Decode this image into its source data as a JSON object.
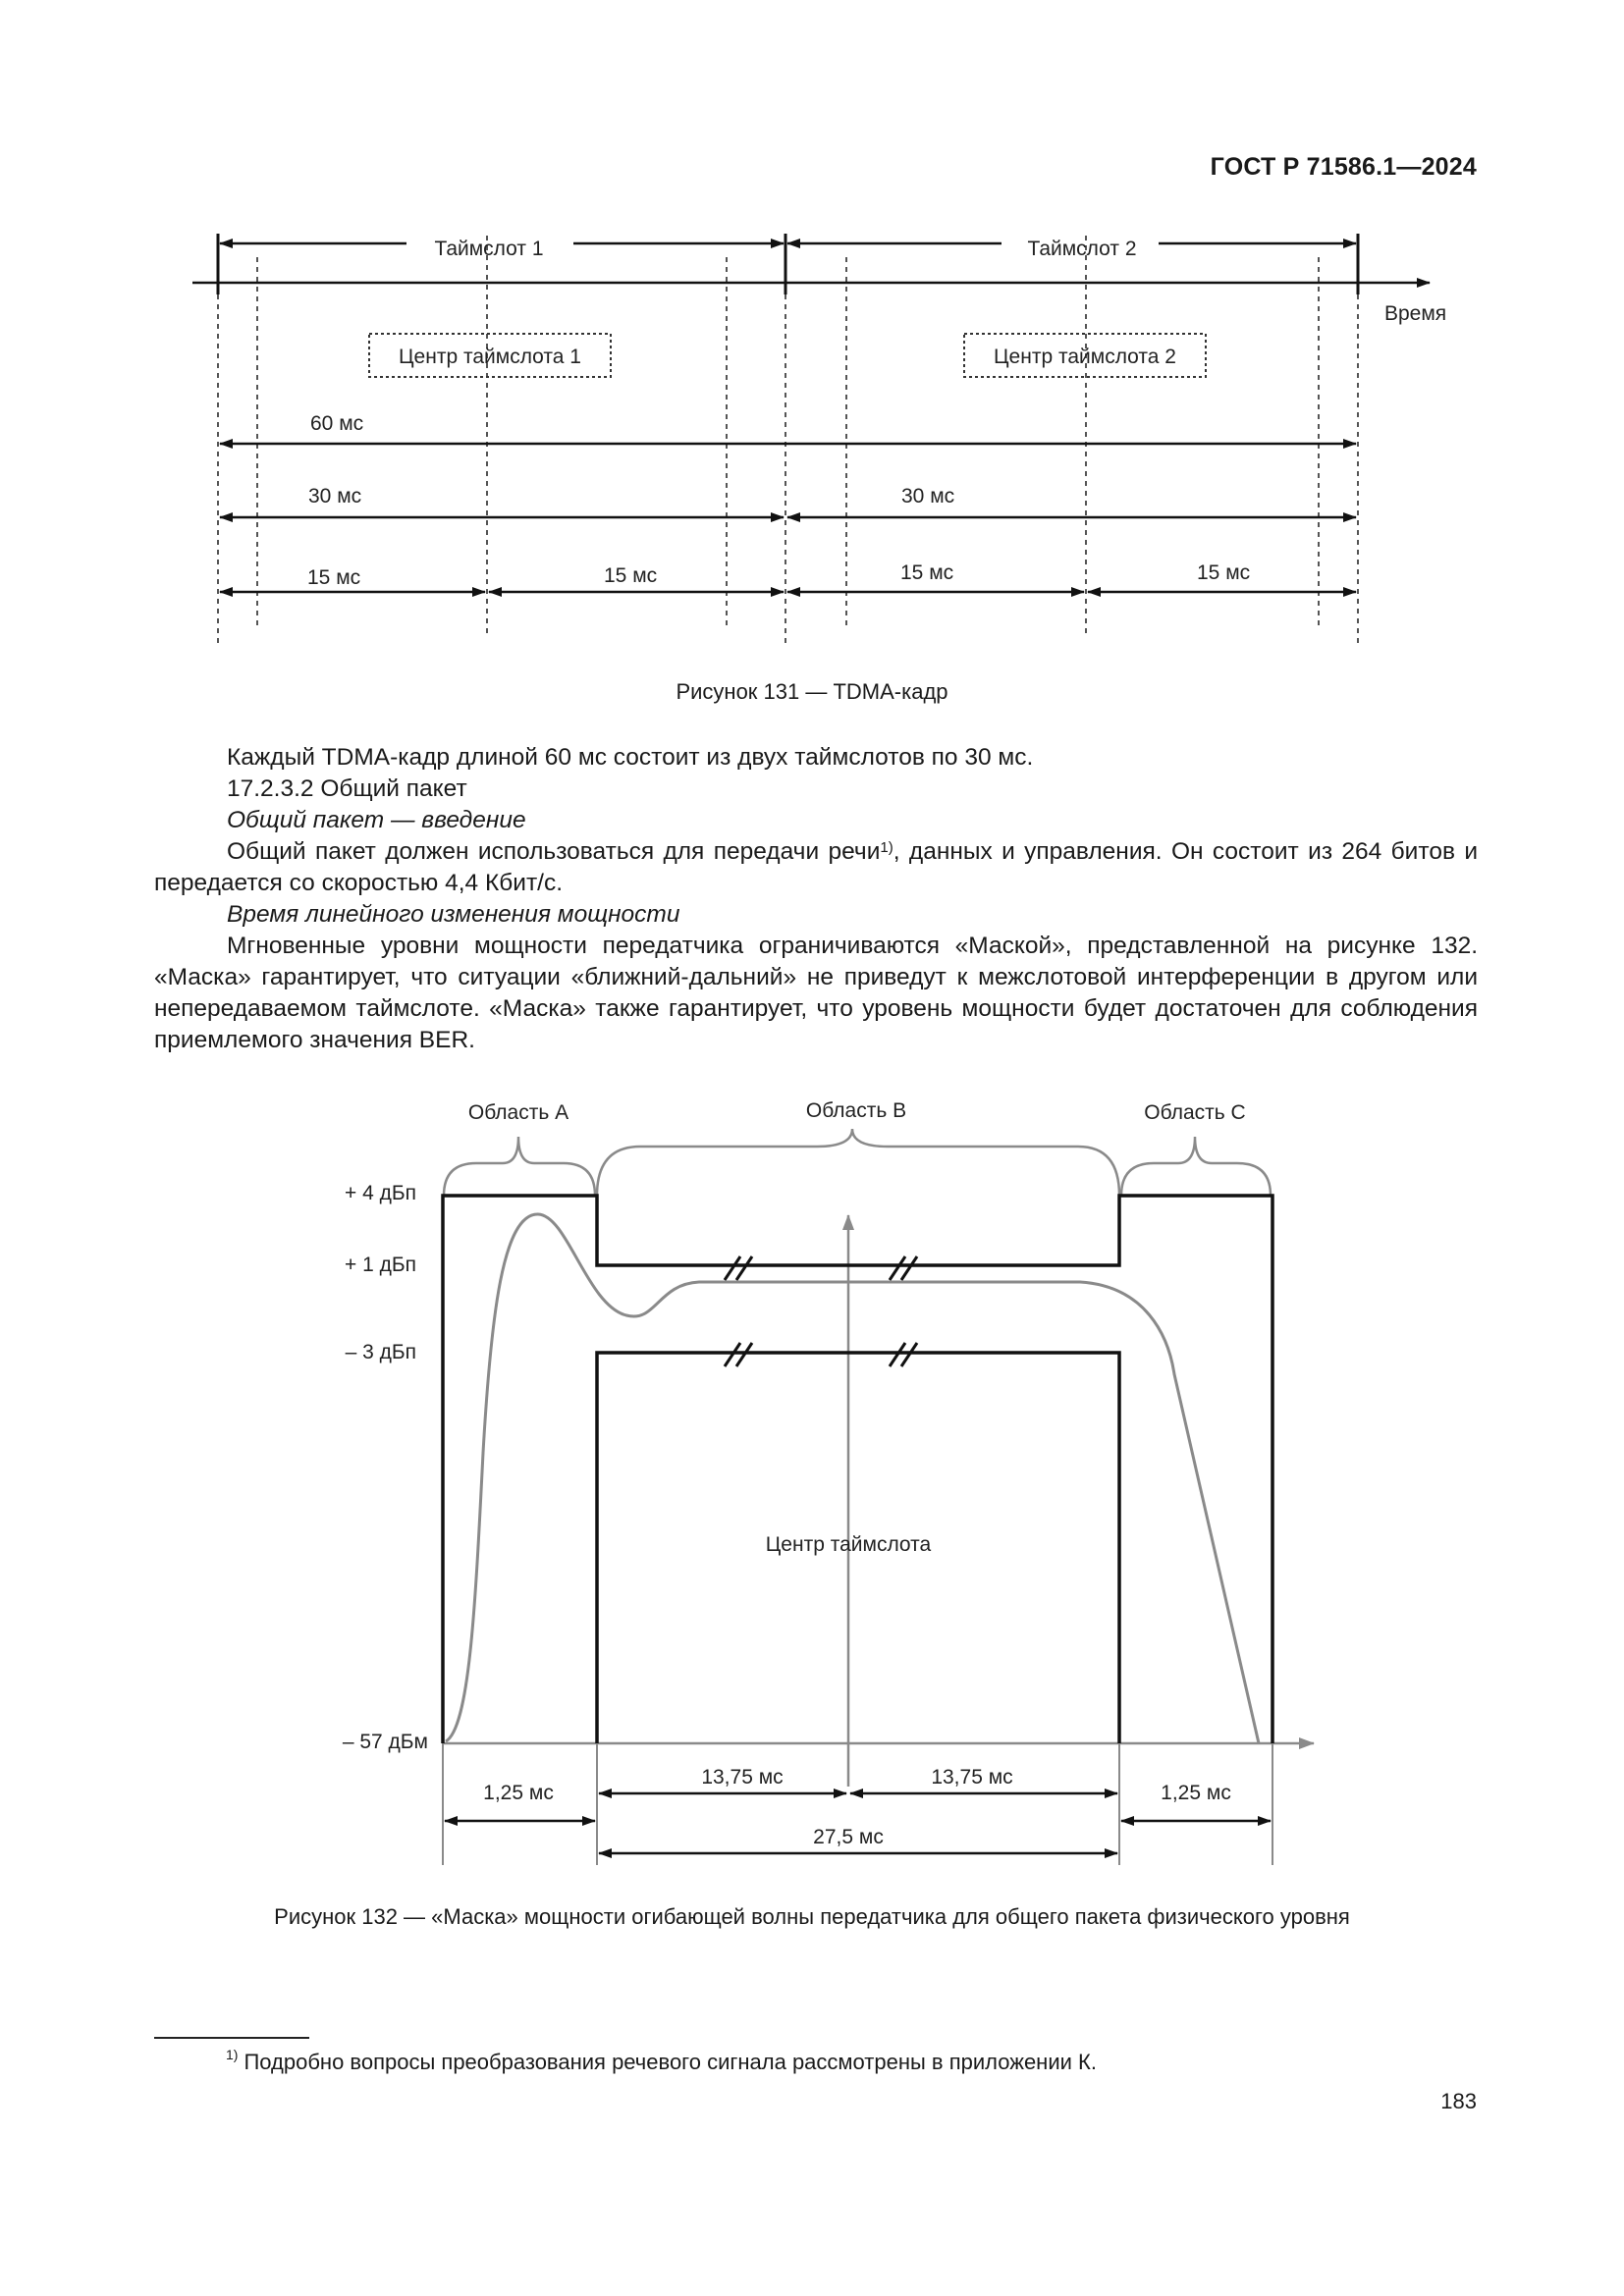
{
  "header": {
    "doc_id": "ГОСТ Р 71586.1—2024"
  },
  "figure131": {
    "timeslot1": "Таймслот 1",
    "timeslot2": "Таймслот 2",
    "time_axis": "Время",
    "center1": "Центр таймслота 1",
    "center2": "Центр таймслота 2",
    "d60": "60 мс",
    "d30a": "30 мс",
    "d30b": "30 мс",
    "d15a": "15 мс",
    "d15b": "15 мс",
    "d15c": "15 мс",
    "d15d": "15 мс",
    "caption": "Рисунок 131 — TDMA-кадр"
  },
  "text": {
    "p1": "Каждый TDMA-кадр длиной 60 мс состоит из двух таймслотов по 30 мс.",
    "p2": "17.2.3.2 Общий пакет",
    "p3": "Общий пакет — введение",
    "p4_a": "Общий пакет должен использоваться для передачи речи",
    "p4_sup": "1)",
    "p4_b": ", данных и управления. Он состоит из 264 битов и передается со скоростью 4,4 Кбит/с.",
    "p5": "Время линейного изменения мощности",
    "p6": "Мгновенные уровни мощности передатчика ограничиваются «Маской», представленной на рисунке 132. «Маска» гарантирует, что ситуации «ближний-дальний» не приведут к межслотовой интерференции в другом или непередаваемом таймслоте. «Маска» также гарантирует, что уровень мощности будет достаточен для соблюдения приемлемого значения BER."
  },
  "figure132": {
    "region_a": "Область А",
    "region_b": "Область В",
    "region_c": "Область С",
    "level1": "+ 4 дБп",
    "level2": "+ 1 дБп",
    "level3": "– 3 дБп",
    "level4": "– 57 дБм",
    "center": "Центр таймслота",
    "d125a": "1,25 мс",
    "d1375a": "13,75 мс",
    "d1375b": "13,75 мс",
    "d125b": "1,25 мс",
    "d275": "27,5 мс",
    "caption": "Рисунок 132 — «Маска» мощности огибающей волны передатчика для общего пакета физического уровня"
  },
  "footnote": {
    "mark": "1)",
    "text": "Подробно вопросы преобразования речевого сигнала рассмотрены в приложении К."
  },
  "page_number": "183"
}
